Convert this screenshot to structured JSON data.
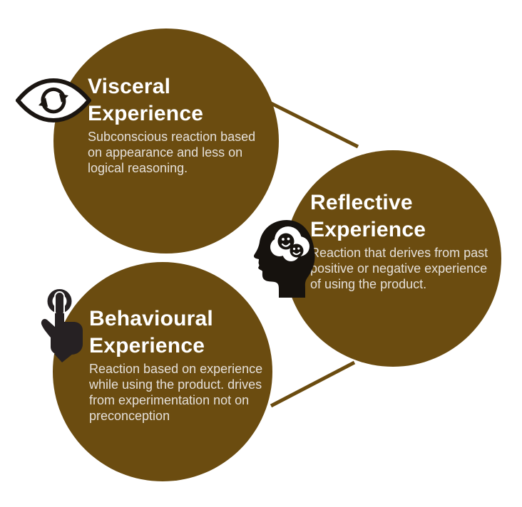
{
  "theme": {
    "background_color": "#ffffff",
    "circle_color": "#6B4C10",
    "connector_color": "#6B4C10",
    "title_color": "#ffffff",
    "body_color": "#E5E0DA",
    "icon_color": "#1A1511"
  },
  "nodes": [
    {
      "id": "visceral",
      "title": "Visceral\nExperience",
      "description": "Subconscious reaction based\non appearance and less on\nlogical reasoning.",
      "icon": "eye-refresh-icon"
    },
    {
      "id": "reflective",
      "title": "Reflective\nExperience",
      "description": "Reaction that derives from past\npositive or negative experience\nof using the product.",
      "icon": "head-emotions-icon"
    },
    {
      "id": "behavioural",
      "title": "Behavioural\nExperience",
      "description": "Reaction based on experience\nwhile using the product. drives\nfrom experimentation not on\npreconception",
      "icon": "tap-hand-icon"
    }
  ]
}
